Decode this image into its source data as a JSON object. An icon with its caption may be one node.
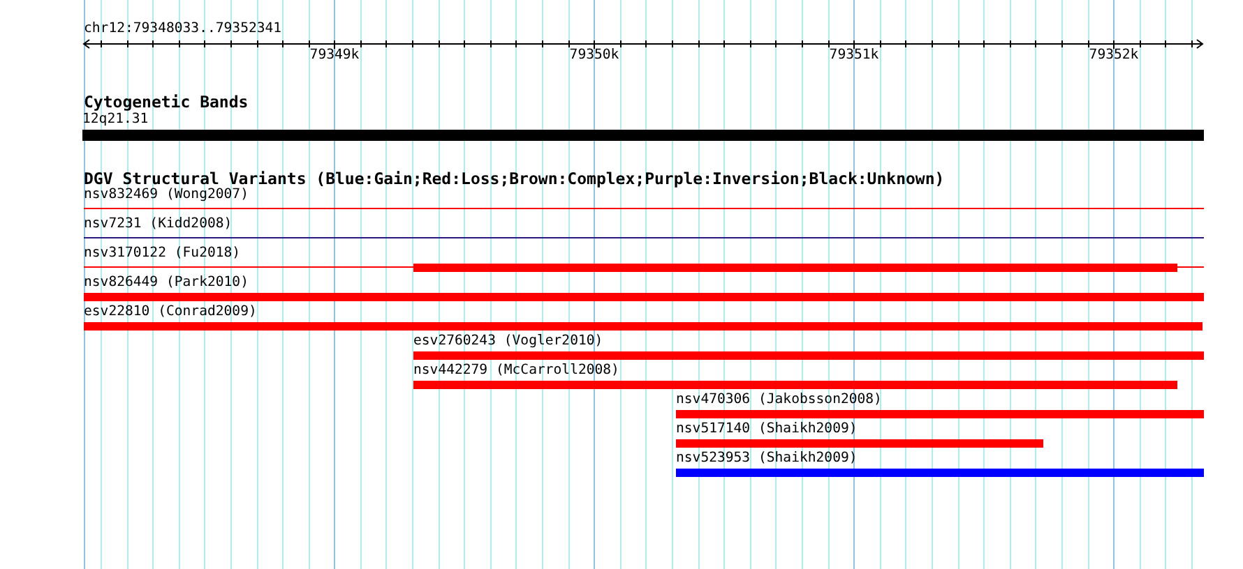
{
  "diagram": {
    "nodes": [
      {
        "text": [
          "12q21.31"
        ]
      },
      {
        "text": [
          "nsv832469 (Wong2007)"
        ]
      },
      {
        "text": [
          "nsv7231 (Kidd2008)"
        ]
      },
      {
        "text": [
          "nsv3170122 (Fu2018)"
        ]
      },
      {
        "text": [
          "nsv826449 (Park2010)"
        ]
      },
      {
        "text": [
          "esv22810 (Conrad2009)"
        ]
      },
      {
        "text": [
          "esv2760243 (Vogler2010)"
        ]
      },
      {
        "text": [
          "nsv442279 (McCarroll2008)"
        ]
      },
      {
        "text": [
          "nsv470306 (Jakobsson2008)"
        ]
      },
      {
        "text": [
          "nsv517140 (Shaikh2009)"
        ]
      },
      {
        "text": [
          "nsv523953 (Shaikh2009)"
        ]
      }
    ],
    "labels": [
      "chr12:79348033..79352341",
      "79349k",
      "79350k",
      "79351k",
      "79352k",
      "Cytogenetic Bands",
      "DGV Structural Variants (Blue:Gain;Red:Loss;Brown:Complex;Purple:Inversion;Black:Unknown)"
    ]
  }
}
